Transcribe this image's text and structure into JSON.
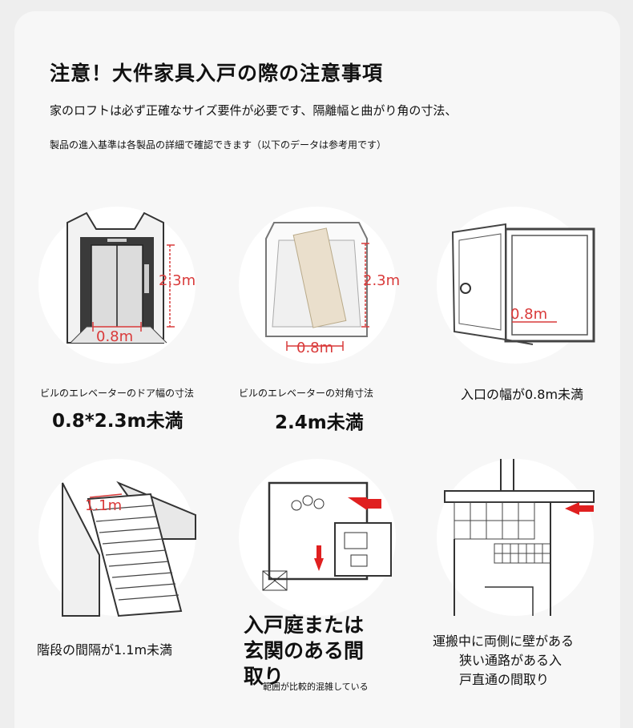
{
  "header": {
    "title": "注意！大件家具入戸の際の注意事項",
    "line1": "家のロフトは必ず正確なサイズ要件が必要です、隔離幅と曲がり角の寸法、",
    "line2": "製品の進入基準は各製品の詳細で確認できます（以下のデータは参考用です）"
  },
  "items": [
    {
      "caption": "ビルのエレベーターのドア幅の寸法",
      "value": "0.8*2.3m未満",
      "height_label": "2.3m",
      "width_label": "0.8m"
    },
    {
      "caption": "ビルのエレベーターの対角寸法",
      "value": "2.4m未満",
      "height_label": "2.3m",
      "width_label": "0.8m"
    },
    {
      "caption": "入口の幅が0.8m未満",
      "width_label": "0.8m"
    },
    {
      "caption": "階段の間隔が1.1m未満",
      "width_label": "1.1m"
    },
    {
      "caption_lines": [
        "入戸庭または",
        "玄関のある間",
        "取り"
      ],
      "overlay": "範囲が比較的混雑している"
    },
    {
      "caption_lines": [
        "運搬中に両側に壁がある",
        "狭い通路がある入",
        "戸直通の間取り"
      ]
    }
  ],
  "colors": {
    "dimension": "#d93a3a",
    "arrow": "#e02020",
    "circle": "#ffffff",
    "card": "#f7f7f7"
  }
}
